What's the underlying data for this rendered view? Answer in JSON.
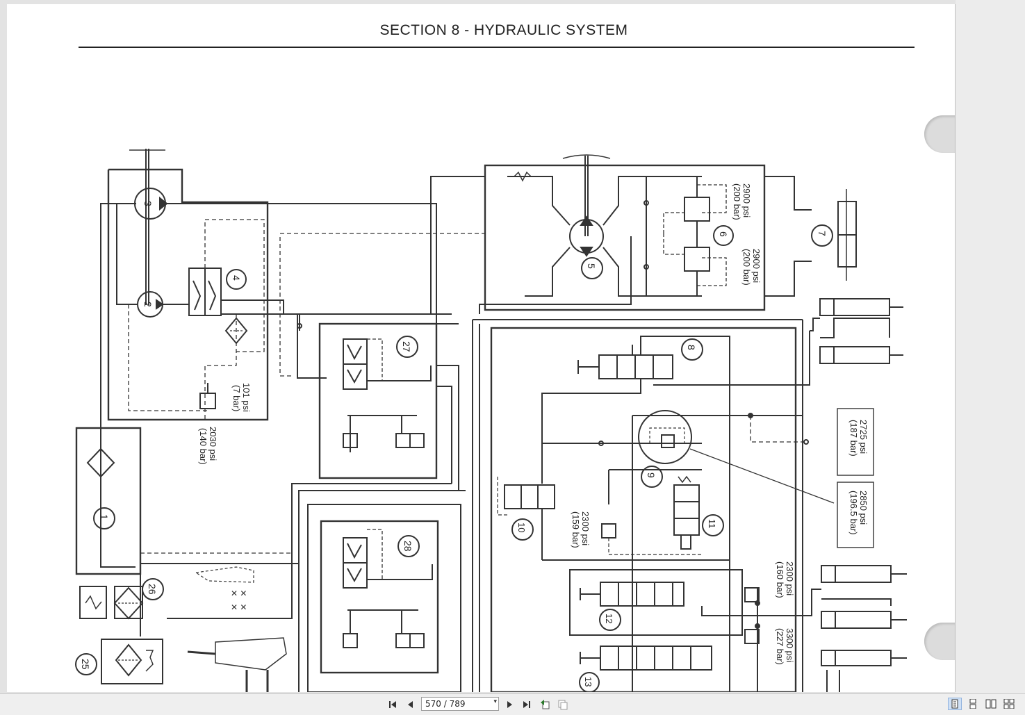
{
  "document": {
    "section_title": "SECTION 8 - HYDRAULIC SYSTEM"
  },
  "schematic": {
    "component_numbers": [
      "1",
      "2",
      "3",
      "4",
      "5",
      "6",
      "7",
      "8",
      "9",
      "10",
      "11",
      "12",
      "13",
      "25",
      "26",
      "27",
      "28"
    ],
    "pressure_labels": {
      "relief_101_psi": "101 psi",
      "relief_7_bar": "(7 bar)",
      "relief_2030_psi": "2030 psi",
      "relief_140_bar": "(140 bar)",
      "valve6_a_psi": "2900 psi",
      "valve6_a_bar": "(200 bar)",
      "valve6_b_psi": "2900 psi",
      "valve6_b_bar": "(200 bar)",
      "valve10_psi": "2300 psi",
      "valve10_bar": "(159 bar)",
      "valve12_psi": "2300 psi",
      "valve12_bar": "(160 bar)",
      "valve13_psi": "3300 psi",
      "valve13_bar": "(227 bar)",
      "box_a_psi": "2725 psi",
      "box_a_bar": "(187 bar)",
      "box_b_psi": "2850 psi",
      "box_b_bar": "(196.5 bar)"
    }
  },
  "toolbar": {
    "page_indicator": "570 / 789",
    "icons": [
      "first-page-icon",
      "previous-page-icon",
      "next-page-icon",
      "last-page-icon",
      "previous-view-icon",
      "next-view-icon",
      "single-page-view-icon",
      "continuous-view-icon",
      "facing-view-icon",
      "continuous-facing-view-icon"
    ]
  }
}
